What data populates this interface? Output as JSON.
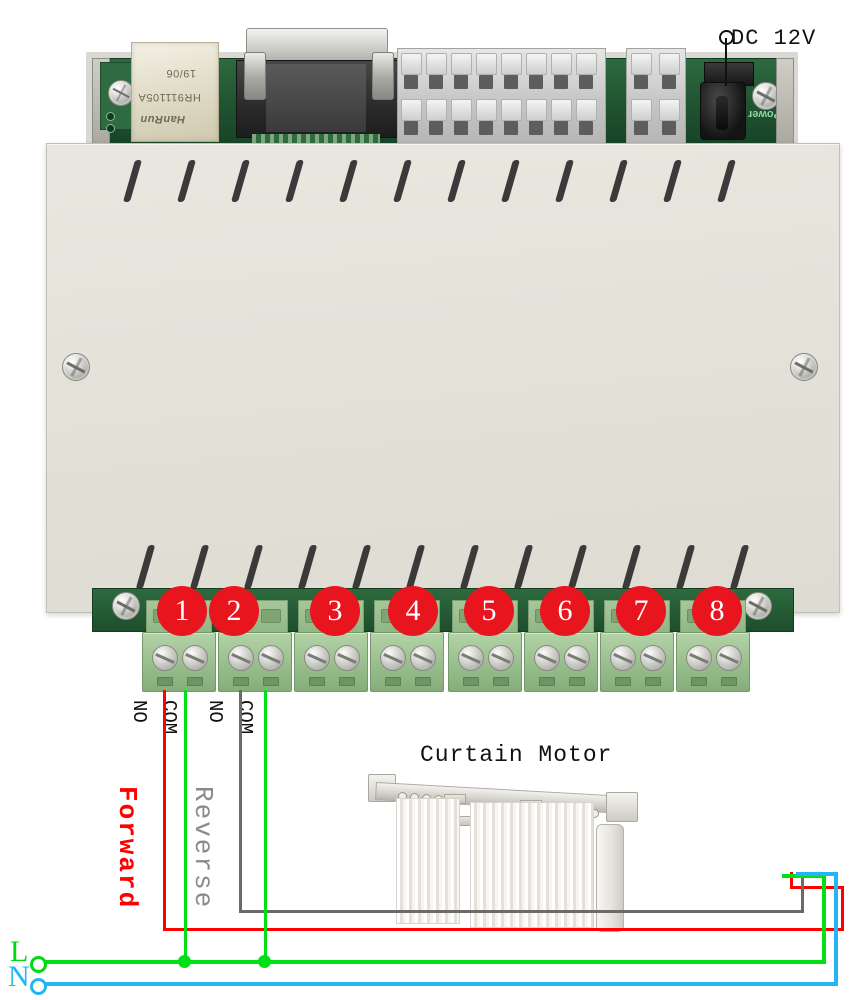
{
  "diagram": {
    "title_visible": false,
    "device": "8-channel relay board in beige metal enclosure",
    "labels": {
      "dc_power": "DC 12V",
      "curtain_motor": "Curtain Motor",
      "forward": "Forward",
      "reverse": "Reverse",
      "line": "L",
      "neutral": "N",
      "no": "NO",
      "com": "COM"
    },
    "colors": {
      "badge_red": "#e8141e",
      "wire_forward_red": "#ff0000",
      "wire_reverse_gray": "#6e6a66",
      "wire_live_green": "#00e015",
      "wire_neutral_cyan": "#23b7f2",
      "label_forward": "#ff0000",
      "label_reverse": "#8a8a8a",
      "label_line": "#00d914",
      "label_neutral": "#23b7f2",
      "enclosure": "#e5e3da",
      "pcb_green": "#2d6a3e",
      "terminal_green": "#9dc191"
    },
    "pcb_components": {
      "magjack_brand": "HanRun",
      "magjack_part": "HR911105A",
      "magjack_date": "19/06",
      "power_silk": "Power"
    },
    "terminals": [
      {
        "number": "1",
        "left_wire": "NO",
        "right_wire": "COM",
        "function": "Forward"
      },
      {
        "number": "2",
        "left_wire": "NO",
        "right_wire": "COM",
        "function": "Reverse"
      },
      {
        "number": "3",
        "left_wire": "",
        "right_wire": "",
        "function": ""
      },
      {
        "number": "4",
        "left_wire": "",
        "right_wire": "",
        "function": ""
      },
      {
        "number": "5",
        "left_wire": "",
        "right_wire": "",
        "function": ""
      },
      {
        "number": "6",
        "left_wire": "",
        "right_wire": "",
        "function": ""
      },
      {
        "number": "7",
        "left_wire": "",
        "right_wire": "",
        "function": ""
      },
      {
        "number": "8",
        "left_wire": "",
        "right_wire": "",
        "function": ""
      }
    ],
    "motor_wires": [
      {
        "color_name": "gray",
        "hex": "#6e6a66",
        "connects_to": "Reverse NO (terminal 2)"
      },
      {
        "color_name": "red",
        "hex": "#ff0000",
        "connects_to": "Forward NO (terminal 1)"
      },
      {
        "color_name": "green",
        "hex": "#00e015",
        "connects_to": "L (live)"
      },
      {
        "color_name": "cyan",
        "hex": "#23b7f2",
        "connects_to": "N (neutral)"
      }
    ],
    "mains_inputs": [
      {
        "label": "L",
        "hex": "#00d914"
      },
      {
        "label": "N",
        "hex": "#23b7f2"
      }
    ]
  }
}
